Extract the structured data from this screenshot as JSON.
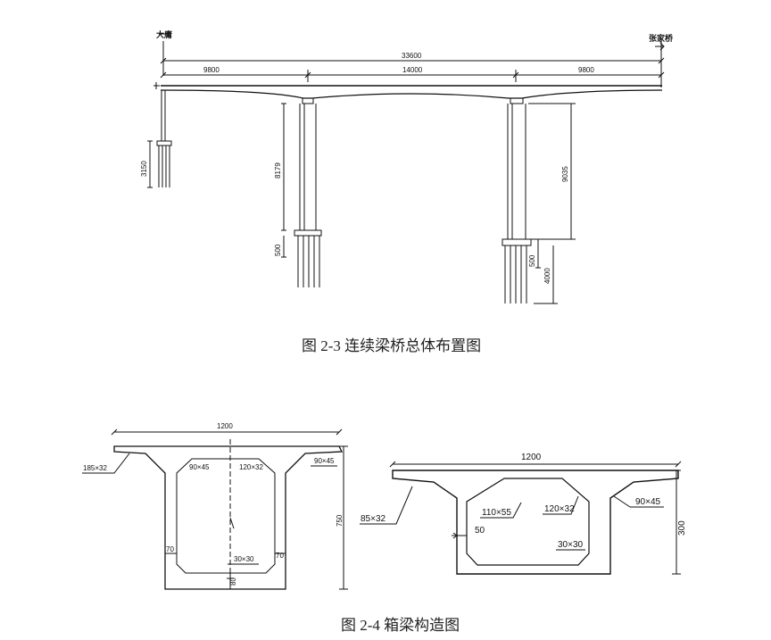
{
  "figure1": {
    "caption": "图 2-3  连续梁桥总体布置图",
    "left_label": "大庸",
    "right_label": "张家桥",
    "total_span": "33600",
    "span_left": "9800",
    "span_mid": "14000",
    "span_right": "9800",
    "abutment_height": "3150",
    "pier1_height": "8179",
    "pier1_cap": "500",
    "pier2_height": "9035",
    "pier2_cap": "500",
    "pier2_pile": "4000"
  },
  "figure2": {
    "caption": "图 2-4  箱梁构造图",
    "left": {
      "width": "1200",
      "height": "750",
      "flange": "185×32",
      "haunch_top_left": "90×45",
      "haunch_top_inner": "120×32",
      "haunch_right": "90×45",
      "web_left": "70",
      "web_right": "70",
      "haunch_bottom": "30×30",
      "bottom_slab": "80"
    },
    "right": {
      "width": "1200",
      "height": "300",
      "flange": "85×32",
      "haunch_top": "110×55",
      "haunch_inner": "120×32",
      "haunch_right": "90×45",
      "web": "50",
      "haunch_bottom": "30×30"
    }
  }
}
